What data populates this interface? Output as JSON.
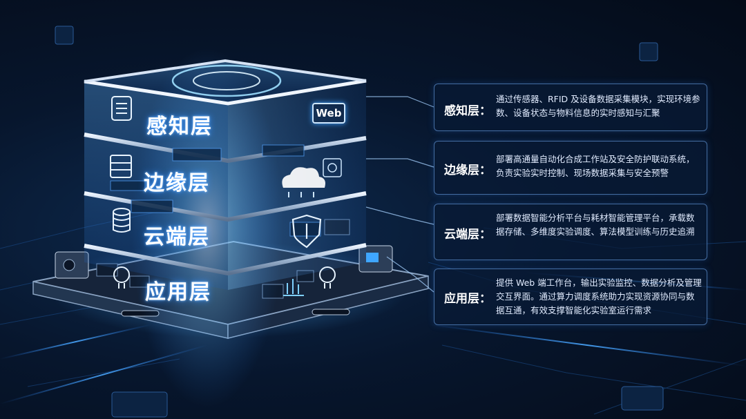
{
  "layers": [
    {
      "name": "感知层",
      "panel_title": "感知层：",
      "description": "通过传感器、RFID 及设备数据采集模块，实现环境参数、设备状态与物料信息的实时感知与汇聚",
      "icons": [
        "server-list-icon",
        "web-icon"
      ]
    },
    {
      "name": "边缘层",
      "panel_title": "边缘层：",
      "description": "部署高通量自动化合成工作站及安全防护联动系统，负责实验实时控制、现场数据采集与安全预警",
      "icons": [
        "server-rack-icon",
        "cloud-icon",
        "chip-icon"
      ]
    },
    {
      "name": "云端层",
      "panel_title": "云端层：",
      "description": "部署数据智能分析平台与耗材智能管理平台，承载数据存储、多维度实验调度、算法模型训练与历史追溯",
      "icons": [
        "database-icon",
        "shield-icon"
      ]
    },
    {
      "name": "应用层",
      "panel_title": "应用层：",
      "description": "提供 Web 端工作台，输出实验监控、数据分析及管理交互界面。通过算力调度系统助力实现资源协同与数据互通，有效支撑智能化实验室运行需求",
      "icons": [
        "bulb-icon",
        "bulb-icon"
      ]
    }
  ],
  "web_badge": "Web",
  "colors": {
    "background": "#07162d",
    "glow": "#3ea0ff",
    "panel_border": "#78b4ff",
    "text": "#ffffff"
  }
}
